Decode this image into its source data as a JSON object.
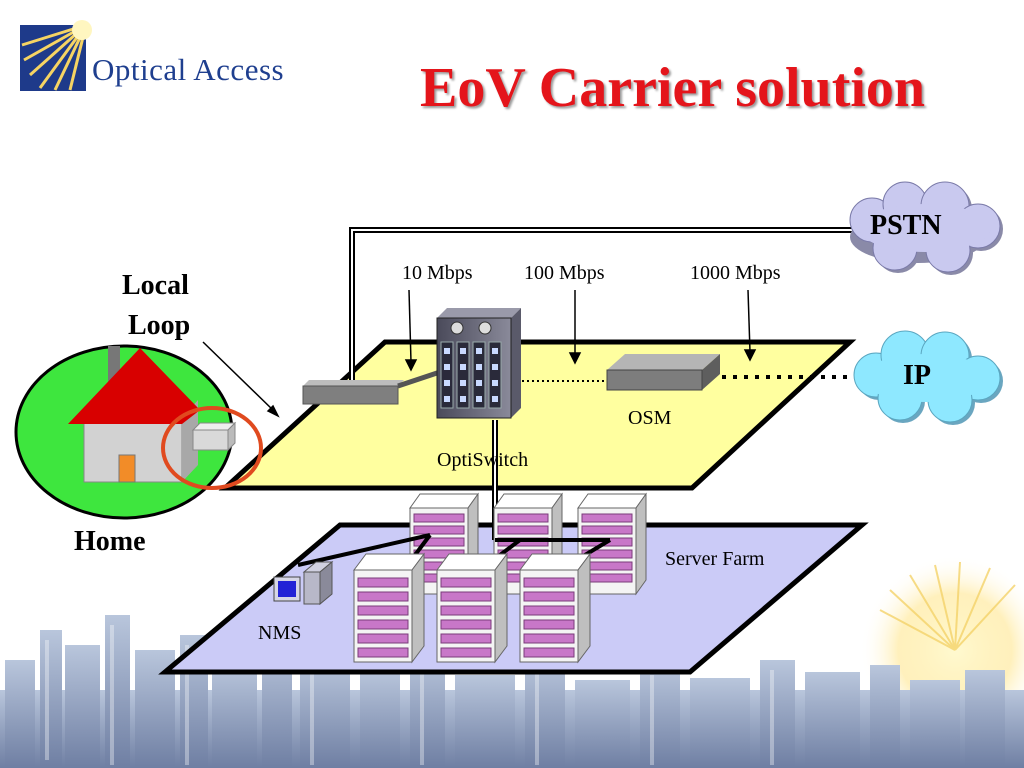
{
  "header": {
    "logo_text": "Optical Access",
    "title": "EoV Carrier solution"
  },
  "diagram": {
    "local_loop_line1": "Local",
    "local_loop_line2": "Loop",
    "home": "Home",
    "speed_10": "10 Mbps",
    "speed_100": "100 Mbps",
    "speed_1000": "1000 Mbps",
    "pstn": "PSTN",
    "ip": "IP",
    "osm": "OSM",
    "optiswitch": "OptiSwitch",
    "server_farm": "Server Farm",
    "nms": "NMS"
  },
  "colors": {
    "title": "#e4151b",
    "logo": "#1f3f8f",
    "upper_plane": "#ffff9f",
    "lower_plane": "#cbcbf7",
    "home_lawn": "#3ee63e",
    "roof": "#d80000",
    "pstn_cloud": "#c9c9ef",
    "ip_cloud": "#8ee8ff",
    "server_rack": "#c877c8",
    "highlight_ring": "#e04a1f"
  }
}
